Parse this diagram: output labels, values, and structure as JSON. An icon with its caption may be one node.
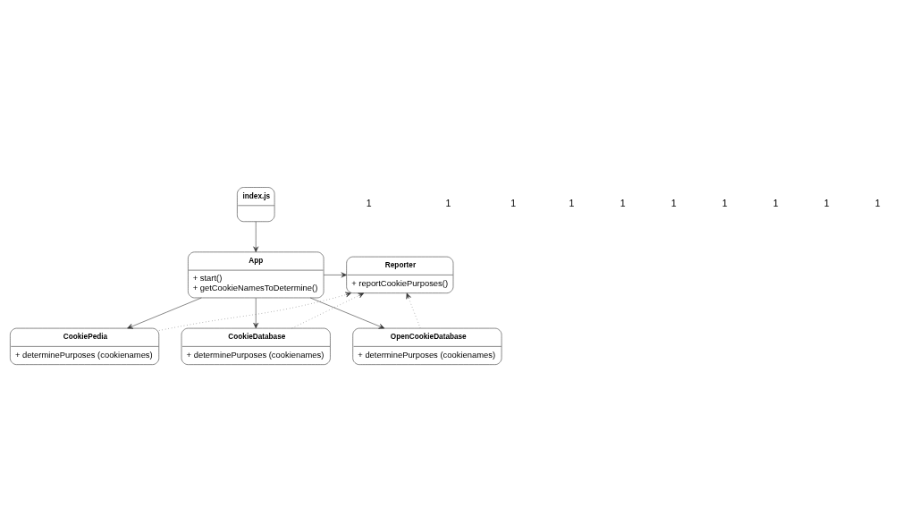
{
  "diagram": {
    "nodes": [
      {
        "text": [
          "index.js"
        ]
      },
      {
        "text": [
          "App",
          "+ start()",
          "+ getCookieNamesToDetermine()"
        ]
      },
      {
        "text": [
          "Reporter",
          "+ reportCookiePurposes()"
        ]
      },
      {
        "text": [
          "CookiePedia",
          "+ determinePurposes (cookienames)"
        ]
      },
      {
        "text": [
          "CookieDatabase",
          "+ determinePurposes (cookienames)"
        ]
      },
      {
        "text": [
          "OpenCookieDatabase",
          "+ determinePurposes (cookienames)"
        ]
      }
    ],
    "edges": [
      {
        "from": 0,
        "to": 1,
        "arrow": "to"
      },
      {
        "from": 1,
        "to": 2,
        "arrow": "to"
      },
      {
        "from": 1,
        "to": 3,
        "arrow": "to"
      },
      {
        "from": 1,
        "to": 4,
        "arrow": "to"
      },
      {
        "from": 1,
        "to": 5,
        "arrow": "to"
      },
      {
        "from": 3,
        "to": 2,
        "arrow": "to",
        "style": "dashed"
      },
      {
        "from": 4,
        "to": 2,
        "arrow": "to",
        "style": "dashed"
      },
      {
        "from": 5,
        "to": 2,
        "arrow": "to",
        "style": "dashed"
      }
    ],
    "labels": [
      "1",
      "1",
      "1",
      "1",
      "1",
      "1",
      "1",
      "1",
      "1",
      "1"
    ]
  }
}
